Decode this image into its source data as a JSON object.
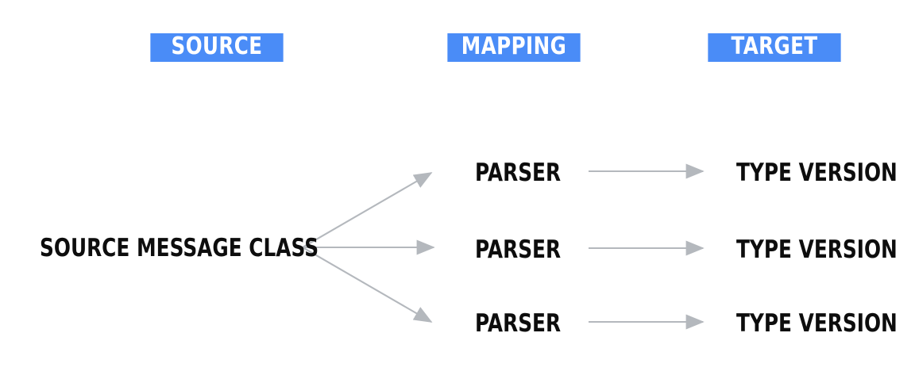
{
  "diagram": {
    "background_color": "#ffffff",
    "accent_color": "#4a8cf7",
    "text_color": "#0d0d0d",
    "arrow_color": "#b4b8bd",
    "columns": [
      {
        "id": "source",
        "header": "SOURCE"
      },
      {
        "id": "mapping",
        "header": "MAPPING"
      },
      {
        "id": "target",
        "header": "TARGET"
      }
    ],
    "source_node": {
      "label": "SOURCE MESSAGE CLASS"
    },
    "rows": [
      {
        "parser_label": "PARSER",
        "target_label": "TYPE VERSION"
      },
      {
        "parser_label": "PARSER",
        "target_label": "TYPE VERSION"
      },
      {
        "parser_label": "PARSER",
        "target_label": "TYPE VERSION"
      }
    ],
    "connectors": {
      "fanout_name": "source-to-parser-arrow",
      "link_name": "parser-to-type-version-arrow",
      "count": 3
    }
  }
}
